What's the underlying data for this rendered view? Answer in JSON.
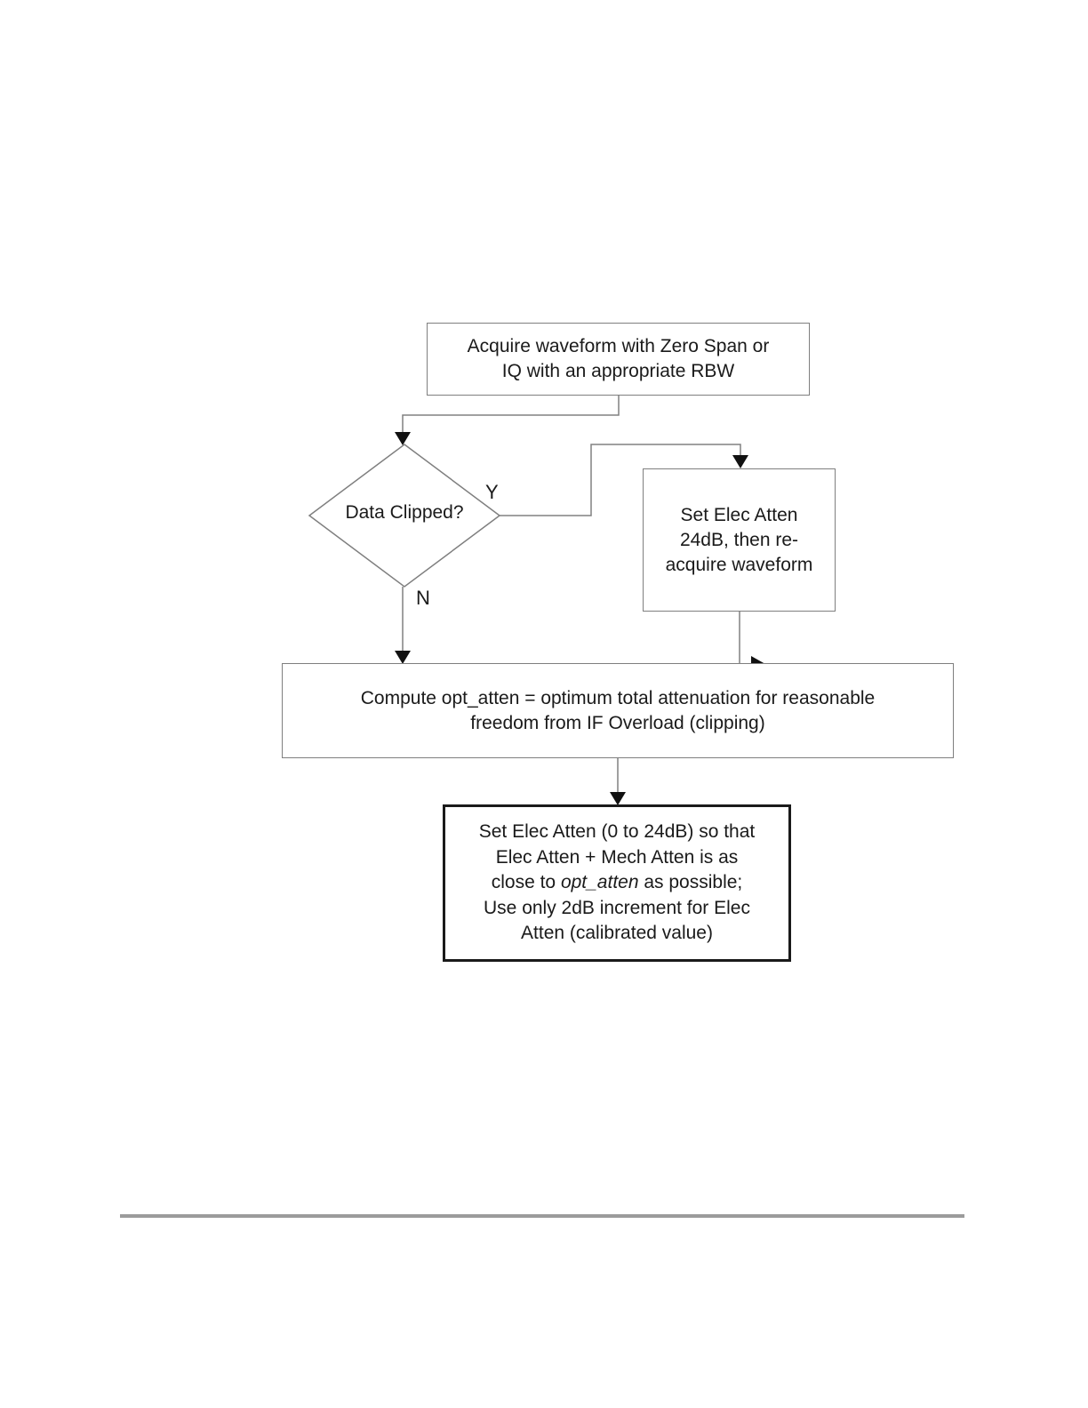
{
  "diagram": {
    "title_hint": "Elec Atten attenuation flowchart",
    "nodes": {
      "acquire": {
        "line1": "Acquire waveform with Zero Span or",
        "line2": "IQ with an appropriate RBW"
      },
      "decision": {
        "label": "Data Clipped?",
        "yes_label": "Y",
        "no_label": "N"
      },
      "elec24": {
        "line1": "Set Elec Atten",
        "line2": "24dB, then re-",
        "line3": "acquire waveform"
      },
      "compute": {
        "line1": "Compute opt_atten = optimum total attenuation for reasonable",
        "line2": "freedom from IF Overload (clipping)"
      },
      "final": {
        "line1": "Set Elec Atten (0 to 24dB) so that",
        "line2": "Elec Atten + Mech Atten is as",
        "line3_pre": "close to ",
        "line3_italic": "opt_atten",
        "line3_post": " as possible;",
        "line4": "Use only 2dB increment for Elec",
        "line5": "Atten (calibrated value)"
      }
    },
    "colors": {
      "background": "#ffffff",
      "box_border": "#7f7f7f",
      "emphasis_border": "#1a1a1a",
      "connector_line": "#808080",
      "arrowhead": "#111111",
      "text": "#1a1a1a",
      "divider": "#9b9b9b"
    }
  }
}
